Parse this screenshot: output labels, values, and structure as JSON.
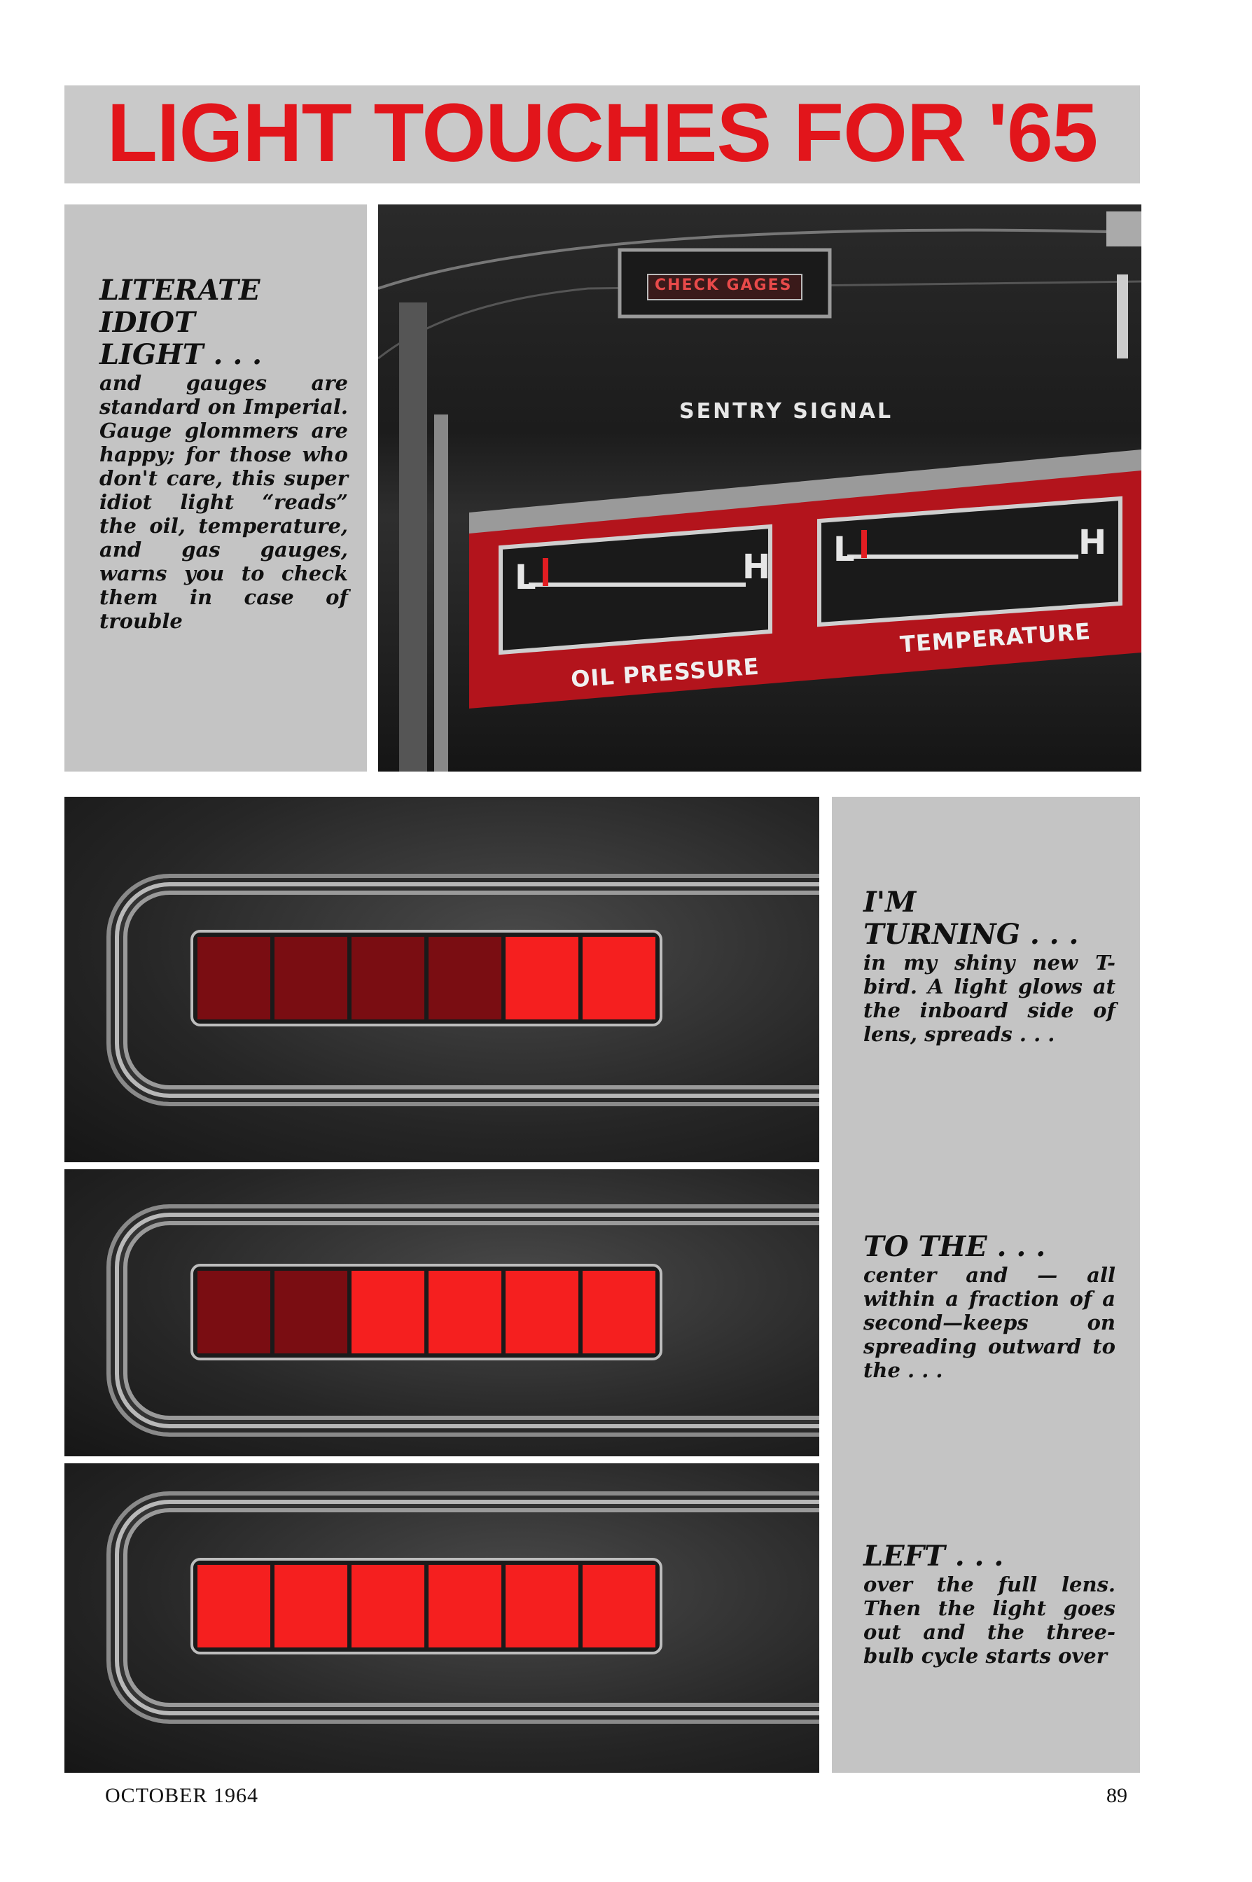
{
  "title": "LIGHT TOUCHES FOR '65",
  "captions": {
    "literate": {
      "head": [
        "LITERATE",
        "IDIOT",
        "LIGHT . . ."
      ],
      "body": "and gauges are standard on Imperial. Gauge glommers are happy; for those who don't care, this super idiot light “reads” the oil, temperature, and gas gauges, warns you to check them in case of trouble"
    },
    "turning": {
      "head": [
        "I'M",
        "TURNING . . ."
      ],
      "body": "in my shiny new T-bird. A light glows at the inboard side of lens, spreads . . ."
    },
    "tothe": {
      "head": [
        "TO THE . . ."
      ],
      "body": "center and — all within a fraction of a second—keeps on spreading outward to the . . ."
    },
    "left": {
      "head": [
        "LEFT . . ."
      ],
      "body": "over the full lens. Then the light goes out and the three-bulb cycle starts over"
    }
  },
  "dash": {
    "check_gages": "CHECK GAGES",
    "sentry_signal": "SENTRY SIGNAL",
    "oil_pressure": "OIL PRESSURE",
    "temperature": "TEMPERATURE",
    "gauge_low": "L",
    "gauge_high": "H"
  },
  "taillights": [
    {
      "cells": [
        "dim",
        "dim",
        "dim",
        "dim",
        "lit",
        "lit"
      ]
    },
    {
      "cells": [
        "dim",
        "dim",
        "lit",
        "lit",
        "lit",
        "lit"
      ]
    },
    {
      "cells": [
        "lit",
        "lit",
        "lit",
        "lit",
        "lit",
        "lit"
      ]
    }
  ],
  "footer": {
    "issue": "OCTOBER 1964",
    "page_number": "89"
  },
  "colors": {
    "title_red": "#e2151b",
    "lamp_lit": "#f51f1f",
    "lamp_dim": "#7a0d12",
    "panel_grey": "#c4c4c4"
  }
}
